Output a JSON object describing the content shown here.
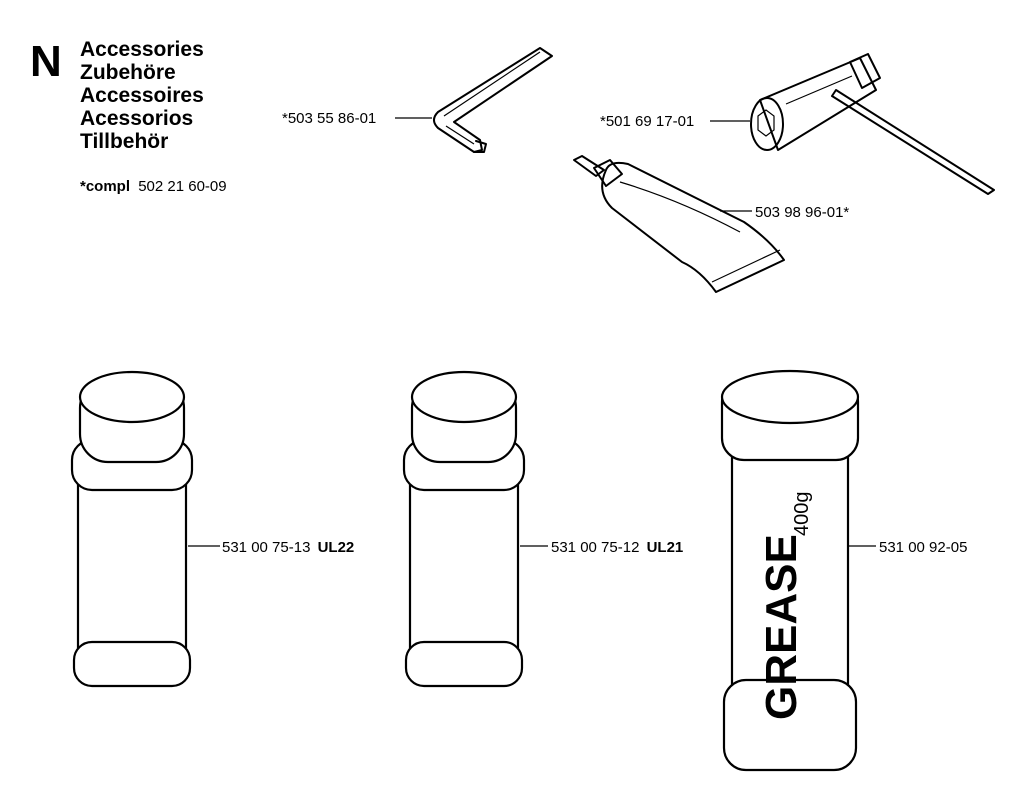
{
  "section": {
    "letter": "N",
    "titles": [
      "Accessories",
      "Zubehöre",
      "Accessoires",
      "Acessorios",
      "Tillbehör"
    ],
    "compl_prefix": "*compl",
    "compl_number": "502 21 60-09"
  },
  "parts": {
    "hex_key": {
      "number": "*503 55 86-01"
    },
    "combination_wrench": {
      "number": "*501 69 17-01"
    },
    "grease_tube": {
      "number": "503 98 96-01*"
    },
    "spray_can_1": {
      "number": "531 00 75-13",
      "code": "UL22"
    },
    "spray_can_2": {
      "number": "531 00 75-12",
      "code": "UL21"
    },
    "grease_can": {
      "number": "531 00 92-05",
      "print_main": "GREASE",
      "print_weight": "400g"
    }
  }
}
